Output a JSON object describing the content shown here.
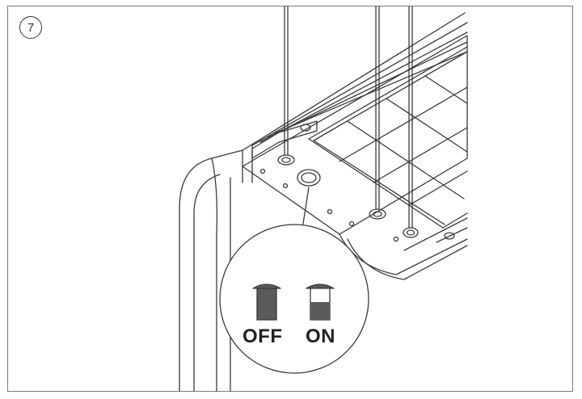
{
  "step": {
    "number": "7"
  },
  "switch": {
    "off_label": "OFF",
    "on_label": "ON"
  },
  "colors": {
    "line": "#3a3a3a",
    "frame": "#7a7a7a",
    "switch_fill": "#5a5a5a",
    "background": "#ffffff"
  }
}
